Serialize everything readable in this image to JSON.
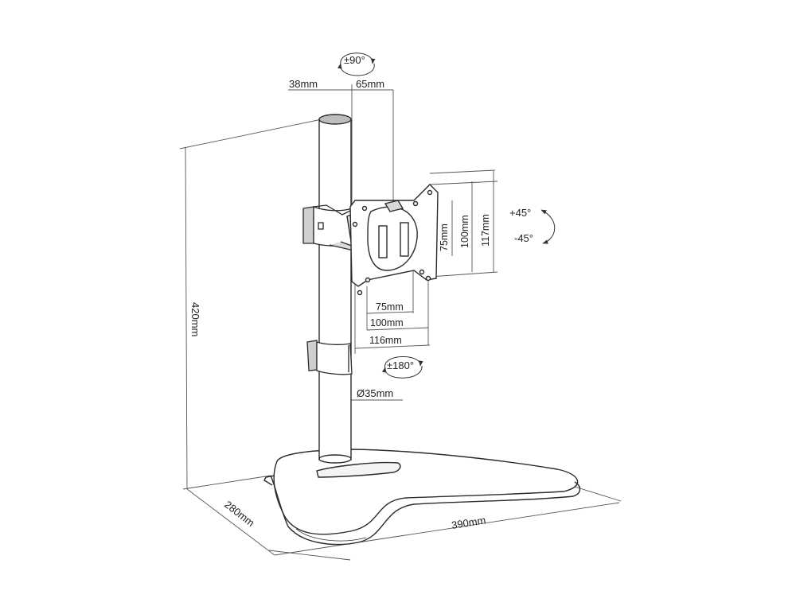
{
  "diagram": {
    "labels": {
      "rotate_90": "±90°",
      "width_38": "38mm",
      "depth_65": "65mm",
      "tilt_plus": "+45°",
      "tilt_minus": "-45°",
      "vesa_v75": "75mm",
      "vesa_v100": "100mm",
      "plate_height": "117mm",
      "vesa_h75": "75mm",
      "vesa_h100": "100mm",
      "plate_width": "116mm",
      "rotate_180": "±180°",
      "pole_diameter": "Ø35mm",
      "height_420": "420mm",
      "depth_280": "280mm",
      "width_390": "390mm"
    },
    "colors": {
      "line": "#2b2b2b",
      "dimension": "#555555",
      "text": "#222222"
    }
  }
}
